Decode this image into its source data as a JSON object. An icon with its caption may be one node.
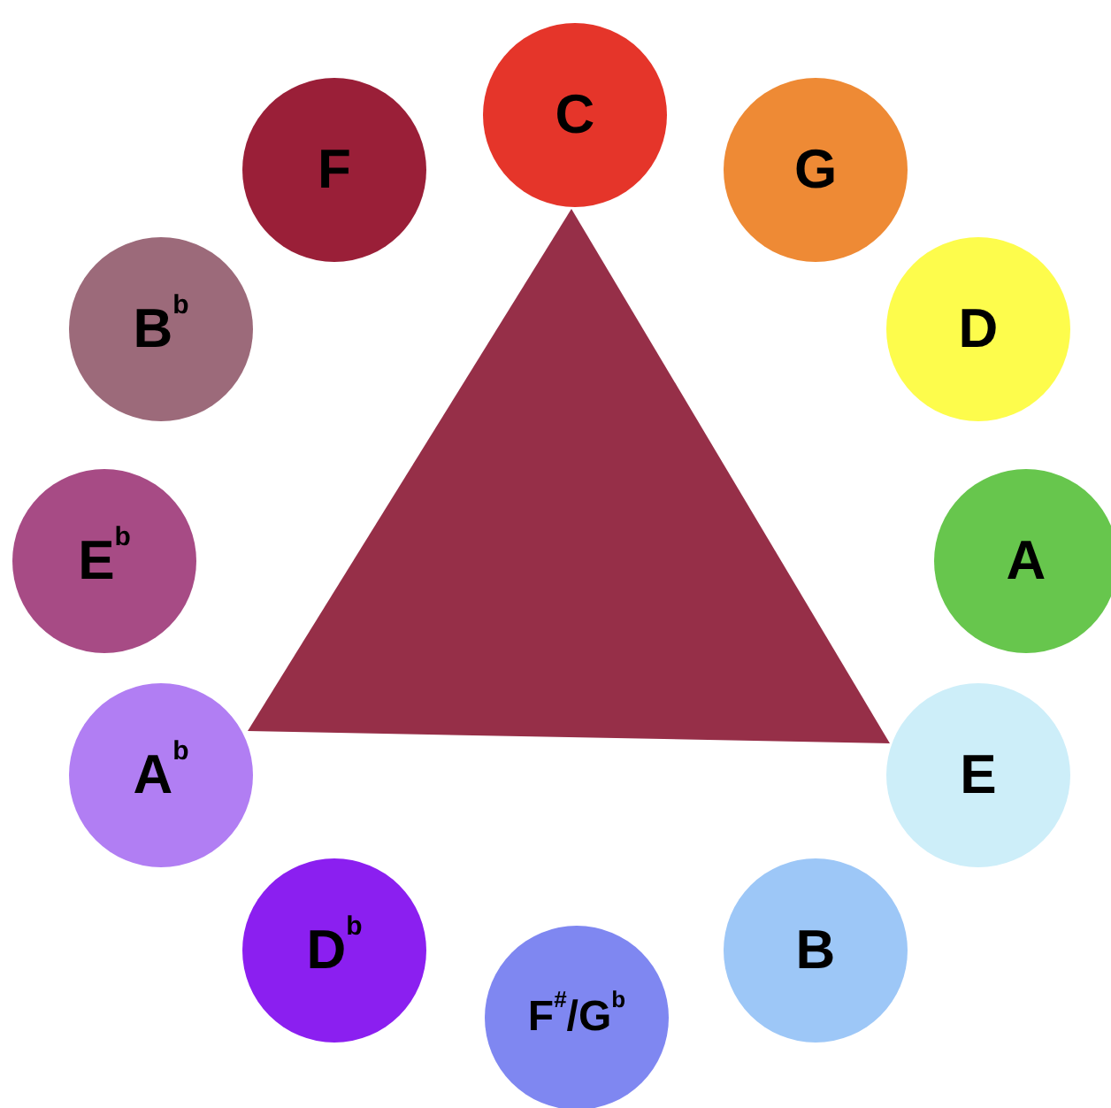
{
  "diagram": {
    "nodes": [
      {
        "text": [
          "C"
        ]
      },
      {
        "text": [
          "G"
        ]
      },
      {
        "text": [
          "D"
        ]
      },
      {
        "text": [
          "A"
        ]
      },
      {
        "text": [
          "E"
        ]
      },
      {
        "text": [
          "B"
        ]
      },
      {
        "text": [
          "F$^{#}$/G$^{b}$"
        ]
      },
      {
        "text": [
          "D$^{b}$"
        ]
      },
      {
        "text": [
          "A$^{b}$"
        ]
      },
      {
        "text": [
          "E$^{b}$"
        ]
      },
      {
        "text": [
          "B$^{b}$"
        ]
      },
      {
        "text": [
          "F"
        ]
      },
      {
        "text": [],
        "shape": "triangle"
      }
    ]
  }
}
